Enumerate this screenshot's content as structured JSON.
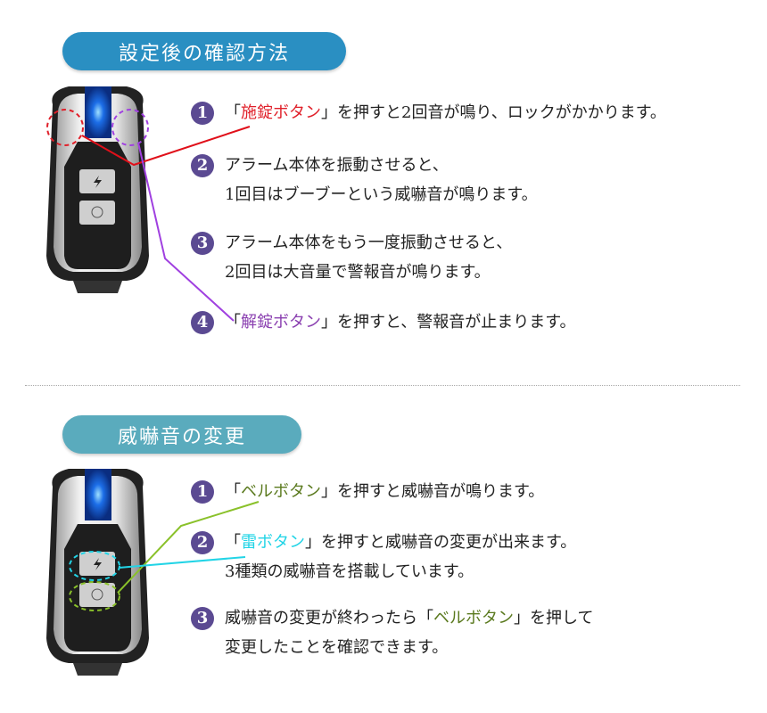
{
  "section1": {
    "title": "設定後の確認方法",
    "color": "#2a8fc2",
    "items": [
      {
        "num": "1",
        "pre": "「",
        "key": "施錠ボタン",
        "key_color": "#e0202a",
        "post": "」を押すと2回音が鳴り、ロックがかかります。"
      },
      {
        "num": "2",
        "line1": "アラーム本体を振動させると、",
        "line2": "1回目はブーブーという威嚇音が鳴ります。"
      },
      {
        "num": "3",
        "line1": "アラーム本体をもう一度振動させると、",
        "line2": "2回目は大音量で警報音が鳴ります。"
      },
      {
        "num": "4",
        "pre": "「",
        "key": "解錠ボタン",
        "key_color": "#8a3fb0",
        "post": "」を押すと、警報音が止まります。"
      }
    ]
  },
  "section2": {
    "title": "威嚇音の変更",
    "color": "#5aabbd",
    "items": [
      {
        "num": "1",
        "pre": "「",
        "key": "ベルボタン",
        "key_color": "#5b7a1f",
        "post": "」を押すと威嚇音が鳴ります。"
      },
      {
        "num": "2",
        "pre": "「",
        "key": "雷ボタン",
        "key_color": "#22d4e6",
        "post": "」を押すと威嚇音の変更が出来ます。",
        "line2": " 3種類の威嚇音を搭載しています。"
      },
      {
        "num": "3",
        "pre": "威嚇音の変更が終わったら「",
        "key": "ベルボタン",
        "key_color": "#5b7a1f",
        "post": "」を押して",
        "line2": "変更したことを確認できます。"
      }
    ]
  }
}
